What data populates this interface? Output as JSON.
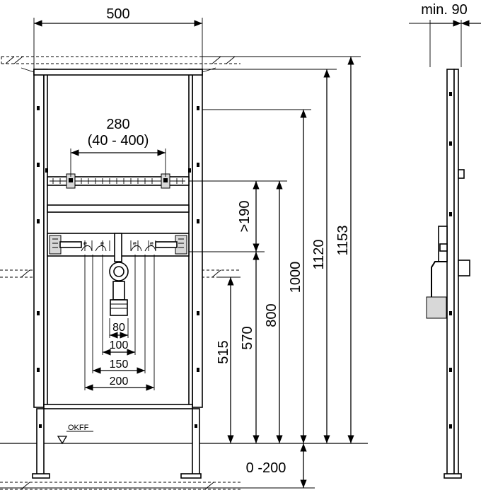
{
  "dimensions": {
    "frame_width": "500",
    "min_depth": "min. 90",
    "fixing_spacing": "280",
    "fixing_range": "(40 - 400)",
    "min_height": ">190",
    "height_515": "515",
    "height_570": "570",
    "height_800": "800",
    "height_1000": "1000",
    "height_1120": "1120",
    "height_1153": "1153",
    "foot_range": "0 -200",
    "waste_80": "80",
    "spacing_100": "100",
    "spacing_150": "150",
    "spacing_200": "200"
  },
  "floor_label": "OKFF"
}
